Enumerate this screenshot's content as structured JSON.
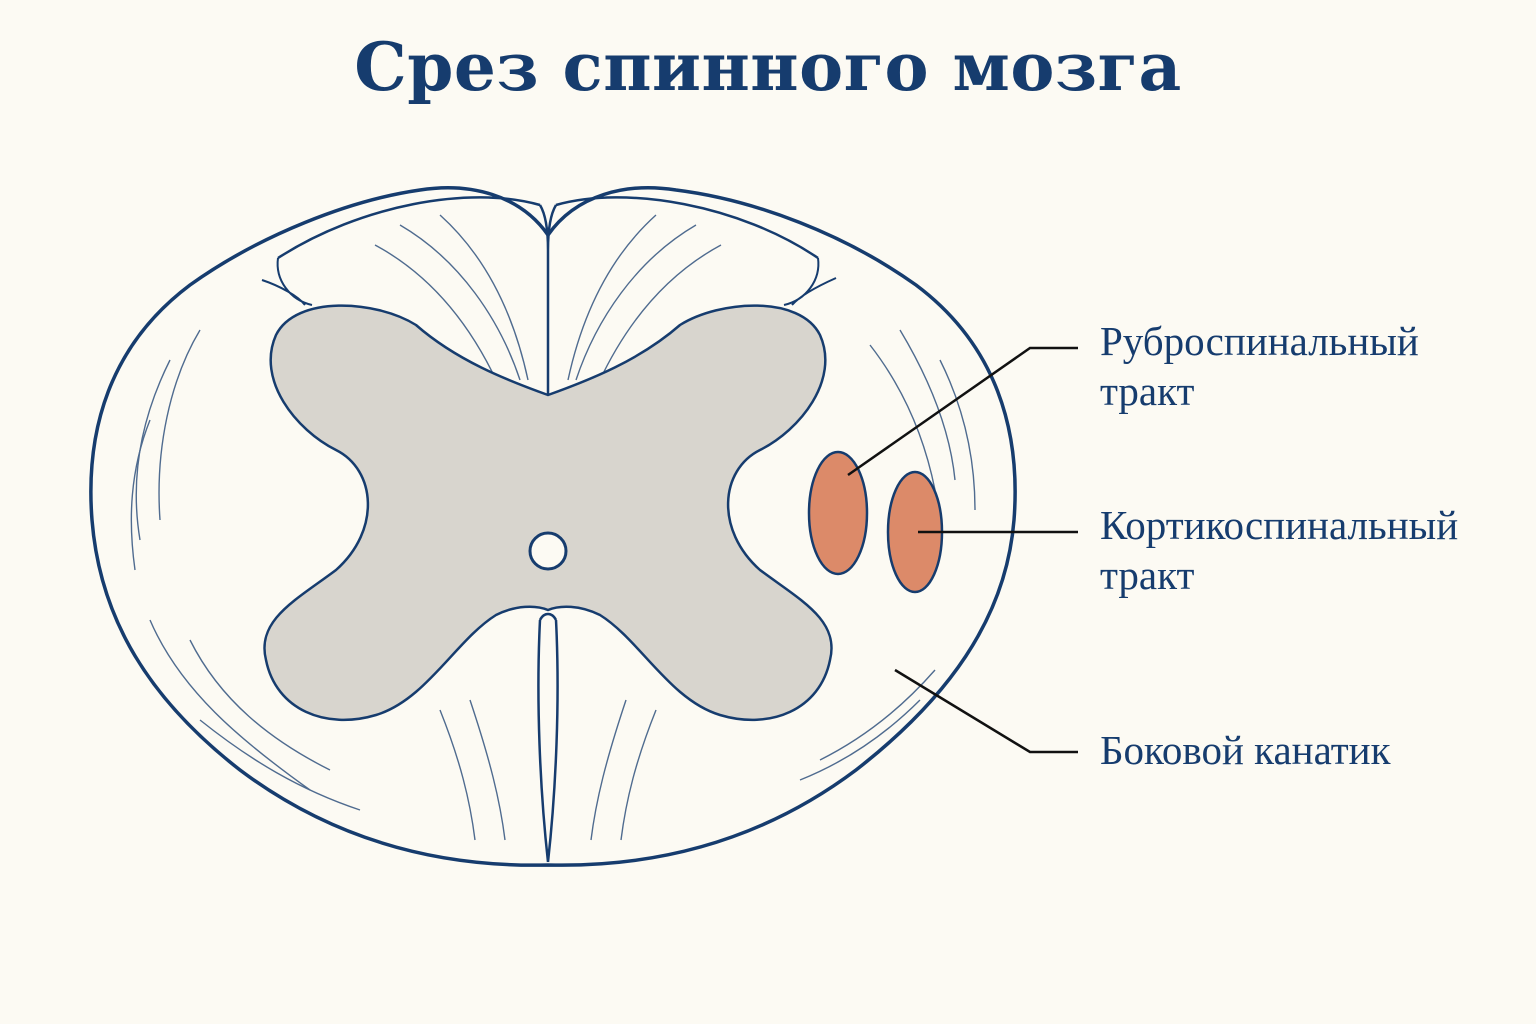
{
  "title": "Срез спинного мозга",
  "labels": {
    "rubrospinal": {
      "line1": "Руброспинальный",
      "line2": "тракт"
    },
    "corticospinal": {
      "line1": "Кортикоспинальный",
      "line2": "тракт"
    },
    "lateral_funiculus": {
      "line1": "Боковой канатик"
    }
  },
  "colors": {
    "background": "#fcfaf3",
    "outline": "#163c6e",
    "grey_matter": "#d8d5ce",
    "tract": "#dc8a69",
    "leader": "#111111"
  }
}
